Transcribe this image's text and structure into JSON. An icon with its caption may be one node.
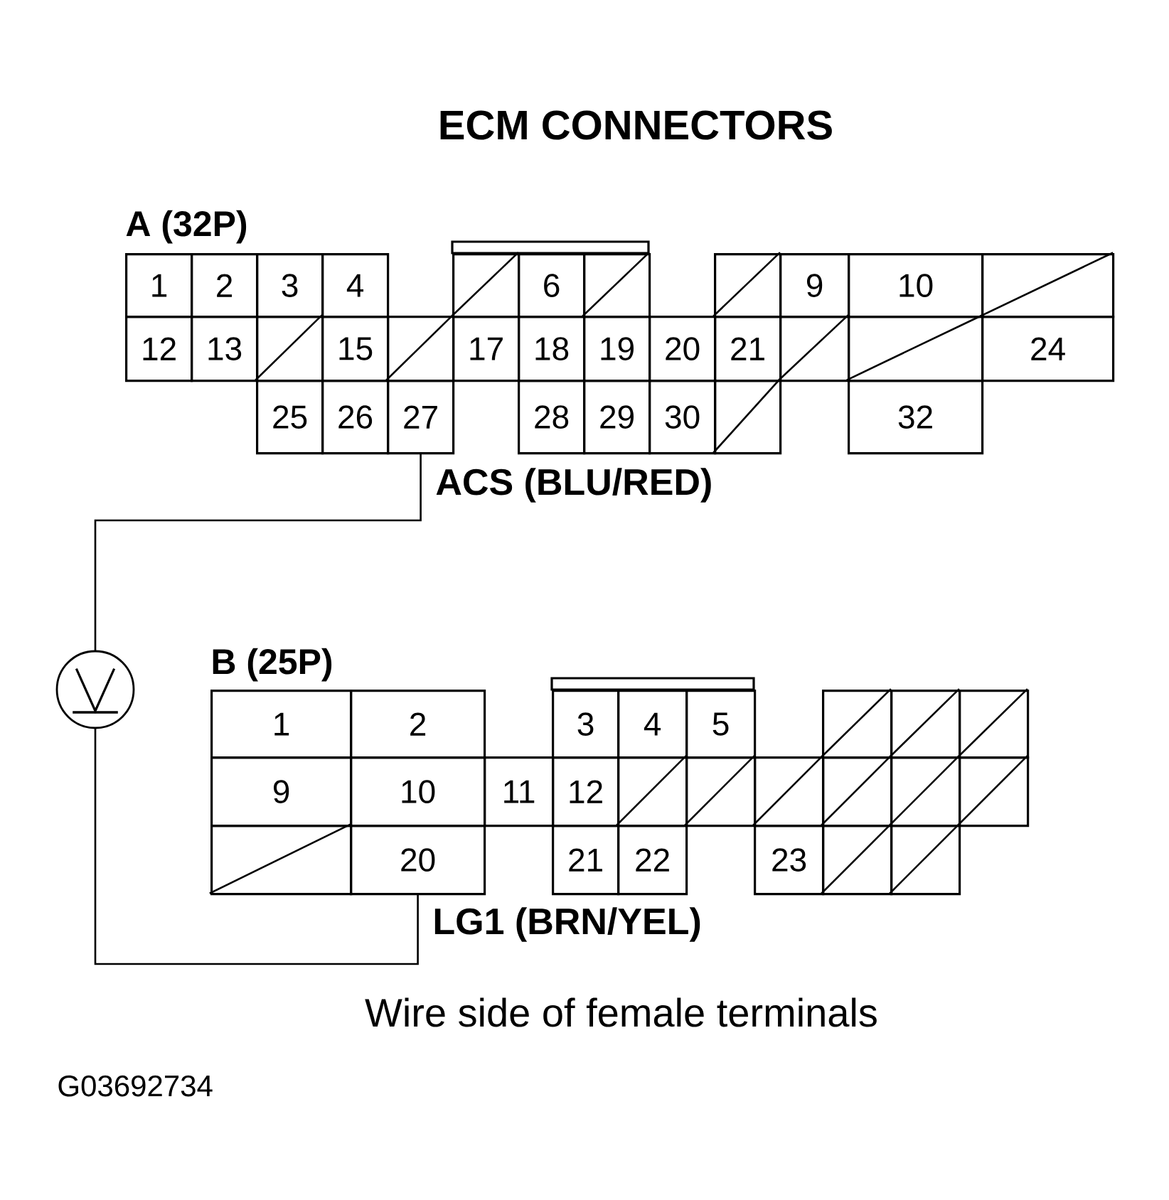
{
  "diagram": {
    "title": "ECM CONNECTORS",
    "caption": "Wire side of female terminals",
    "nodes": [
      {
        "text": [
          "1"
        ]
      },
      {
        "text": [
          "2"
        ]
      },
      {
        "text": [
          "3"
        ]
      },
      {
        "text": [
          "4"
        ]
      },
      {
        "text": [],
        "shape": "box"
      },
      {
        "text": [
          "6"
        ]
      },
      {
        "text": [],
        "shape": "box"
      },
      {
        "text": [],
        "shape": "box"
      },
      {
        "text": [
          "9"
        ]
      },
      {
        "text": [
          "10"
        ]
      },
      {
        "text": [],
        "shape": "box"
      },
      {
        "text": [
          "12"
        ]
      },
      {
        "text": [
          "13"
        ]
      },
      {
        "text": [],
        "shape": "box"
      },
      {
        "text": [
          "15"
        ]
      },
      {
        "text": [],
        "shape": "box"
      },
      {
        "text": [
          "17"
        ]
      },
      {
        "text": [
          "18"
        ]
      },
      {
        "text": [
          "19"
        ]
      },
      {
        "text": [
          "20"
        ]
      },
      {
        "text": [
          "21"
        ]
      },
      {
        "text": [],
        "shape": "box"
      },
      {
        "text": [],
        "shape": "box"
      },
      {
        "text": [
          "24"
        ]
      },
      {
        "text": [
          "25"
        ]
      },
      {
        "text": [
          "26"
        ]
      },
      {
        "text": [
          "27"
        ]
      },
      {
        "text": [
          "28"
        ]
      },
      {
        "text": [
          "29"
        ]
      },
      {
        "text": [
          "30"
        ]
      },
      {
        "text": [],
        "shape": "box"
      },
      {
        "text": [
          "32"
        ]
      },
      {
        "text": [],
        "shape": "circle"
      },
      {
        "text": [
          "1"
        ]
      },
      {
        "text": [
          "2"
        ]
      },
      {
        "text": [
          "3"
        ]
      },
      {
        "text": [
          "4"
        ]
      },
      {
        "text": [
          "5"
        ]
      },
      {
        "text": [],
        "shape": "box"
      },
      {
        "text": [],
        "shape": "box"
      },
      {
        "text": [],
        "shape": "box"
      },
      {
        "text": [
          "9"
        ]
      },
      {
        "text": [
          "10"
        ]
      },
      {
        "text": [
          "11"
        ]
      },
      {
        "text": [
          "12"
        ]
      },
      {
        "text": [],
        "shape": "box"
      },
      {
        "text": [],
        "shape": "box"
      },
      {
        "text": [],
        "shape": "box"
      },
      {
        "text": [],
        "shape": "box"
      },
      {
        "text": [],
        "shape": "box"
      },
      {
        "text": [],
        "shape": "box"
      },
      {
        "text": [],
        "shape": "box"
      },
      {
        "text": [
          "20"
        ]
      },
      {
        "text": [
          "21"
        ]
      },
      {
        "text": [
          "22"
        ]
      },
      {
        "text": [
          "23"
        ]
      },
      {
        "text": [],
        "shape": "box"
      },
      {
        "text": [],
        "shape": "box"
      }
    ],
    "edges": [
      {
        "from": 26,
        "to": 32,
        "arrow": "none",
        "label": "ACS (BLU/RED)"
      },
      {
        "from": 32,
        "to": 52,
        "arrow": "none",
        "label": "LG1 (BRN/YEL)"
      }
    ],
    "labels": [
      "A (32P)",
      "B (25P)",
      "G03692734"
    ]
  }
}
